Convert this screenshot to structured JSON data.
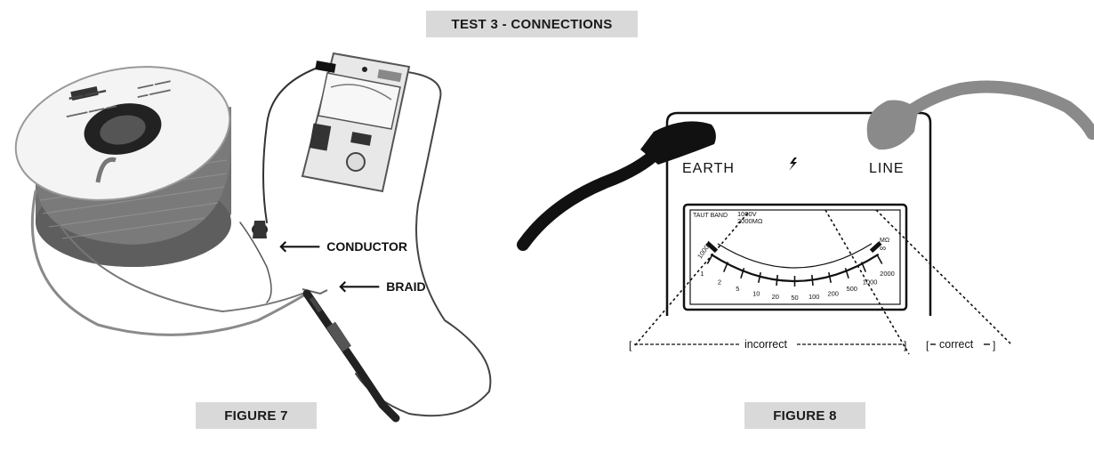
{
  "title": "TEST 3 - CONNECTIONS",
  "figure7": {
    "caption": "FIGURE 7",
    "callouts": {
      "conductor": "CONDUCTOR",
      "braid": "BRAID"
    }
  },
  "figure8": {
    "caption": "FIGURE 8",
    "terminals": {
      "earth": "EARTH",
      "line": "LINE"
    },
    "meter": {
      "brand": "TAUT BAND",
      "range_line1": "1000V",
      "range_line2": "2000MΩ",
      "left_label": "1000V",
      "right_label_top": "MΩ",
      "right_label_bottom": "∞",
      "scale_ticks": [
        "1",
        "2",
        "5",
        "10",
        "20",
        "50",
        "100",
        "200",
        "500",
        "1000",
        "2000"
      ]
    },
    "zones": {
      "incorrect": "incorrect",
      "correct": "correct"
    }
  },
  "colors": {
    "label_bg": "#d9d9d9",
    "ink": "#111111",
    "grey_lead": "#8a8a8a"
  }
}
